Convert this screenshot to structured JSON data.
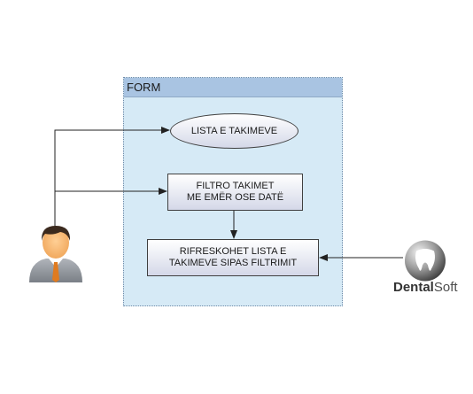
{
  "frame": {
    "title": "FORM"
  },
  "nodes": {
    "list": "LISTA E TAKIMEVE",
    "filter_line1": "FILTRO TAKIMET",
    "filter_line2": "ME EMËR OSE DATË",
    "refresh_line1": "RIFRESKOHET LISTA E",
    "refresh_line2": "TAKIMEVE SIPAS FILTRIMIT"
  },
  "logo": {
    "brand_bold": "Dental",
    "brand_light": "Soft"
  },
  "colors": {
    "frame_fill": "#d6eaf6",
    "frame_header": "#a9c4e2",
    "node_gradient_top": "#ffffff",
    "node_gradient_bottom": "#d4d8e8",
    "actor_shirt": "#8a8f96",
    "actor_tie": "#e07b1f"
  },
  "icons": {
    "actor": "user-icon",
    "brand": "tooth-logo-icon"
  }
}
